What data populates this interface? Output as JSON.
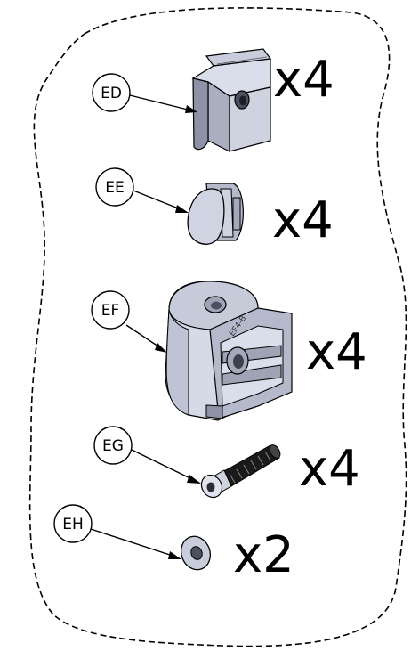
{
  "parts": [
    {
      "code": "ED",
      "quantity": "x4",
      "name": "slot-nut"
    },
    {
      "code": "EE",
      "quantity": "x4",
      "name": "end-cap"
    },
    {
      "code": "EF",
      "quantity": "x4",
      "name": "connector-block",
      "marking": "EF4-B"
    },
    {
      "code": "EG",
      "quantity": "x4",
      "name": "screw"
    },
    {
      "code": "EH",
      "quantity": "x2",
      "name": "washer"
    }
  ],
  "colors": {
    "outline": "#000000",
    "part_light": "#d7dbe8",
    "part_mid": "#b4b9cb",
    "part_dark": "#8d92a6",
    "screw_dark": "#1a1a1a"
  }
}
